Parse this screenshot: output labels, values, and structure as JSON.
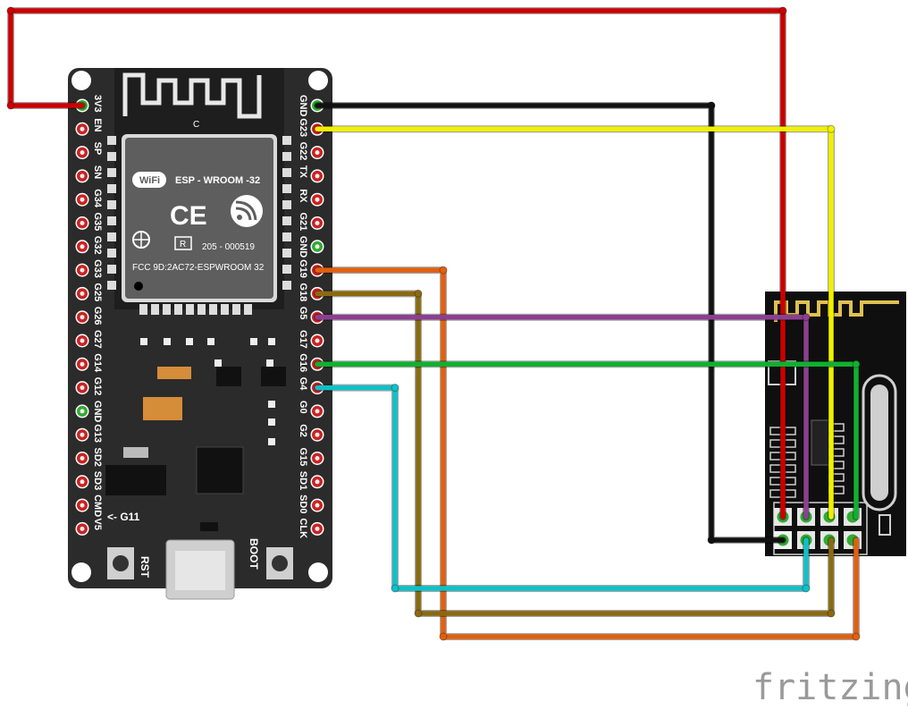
{
  "board": {
    "module_brand": "ESP - WROOM -32",
    "wifi_badge": "WiFi",
    "cert_r": "R",
    "cert_number": "205 - 000519",
    "fcc_text": "FCC  9D:2AC72-ESPWROOM 32",
    "antenna_mark": "C",
    "ce_mark": "CE",
    "g11_label": "<- G11",
    "rst_label": "RST",
    "boot_label": "BOOT",
    "left_pins": [
      "3V3",
      "EN",
      "SP",
      "SN",
      "G34",
      "G35",
      "G32",
      "G33",
      "G25",
      "G26",
      "G27",
      "G14",
      "G12",
      "GND",
      "G13",
      "SD2",
      "SD3",
      "CMD",
      "V5"
    ],
    "right_pins": [
      "GND",
      "G23",
      "G22",
      "TX",
      "RX",
      "G21",
      "GND",
      "G19",
      "G18",
      "G5",
      "G17",
      "G16",
      "G4",
      "G0",
      "G2",
      "G15",
      "SD1",
      "SD0",
      "CLK"
    ]
  },
  "credit": "fritzing",
  "colors": {
    "board": "#2a2a2a",
    "pin_red": "#cc2222",
    "pin_green": "#33aa33",
    "wire_red": "#cc0000",
    "wire_black": "#111111",
    "wire_yellow": "#f0f000",
    "wire_orange": "#e06010",
    "wire_brown": "#8a6a10",
    "wire_purple": "#8a4090",
    "wire_green": "#10b030",
    "wire_cyan": "#10c0c8"
  }
}
